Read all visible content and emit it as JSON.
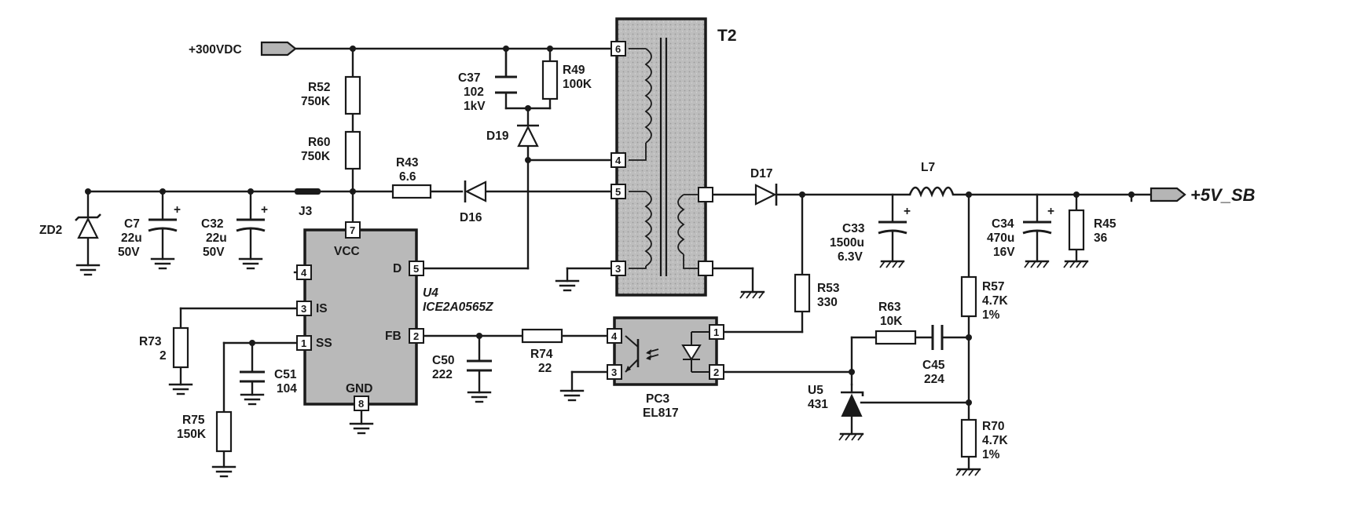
{
  "nets": {
    "hv_in": "+300VDC",
    "sb_out": "+5V_SB"
  },
  "transformer": {
    "ref": "T2",
    "pins": [
      "6",
      "4",
      "5",
      "3"
    ]
  },
  "controller": {
    "ref": "U4",
    "part": "ICE2A0565Z",
    "pin_labels": {
      "vcc": "VCC",
      "d": "D",
      "is": "IS",
      "ss": "SS",
      "fb": "FB",
      "gnd": "GND"
    },
    "pins": {
      "vcc": "7",
      "d": "5",
      "nc": "4",
      "is": "3",
      "ss": "1",
      "fb": "2",
      "gnd": "8"
    }
  },
  "optocoupler": {
    "ref": "PC3",
    "part": "EL817",
    "pins": [
      "4",
      "3",
      "1",
      "2"
    ]
  },
  "parts": {
    "R52": {
      "ref": "R52",
      "value": "750K"
    },
    "R60": {
      "ref": "R60",
      "value": "750K"
    },
    "R49": {
      "ref": "R49",
      "value": "100K"
    },
    "C37": {
      "ref": "C37",
      "value": "102",
      "rating": "1kV"
    },
    "D19": {
      "ref": "D19"
    },
    "R43": {
      "ref": "R43",
      "value": "6.6"
    },
    "D16": {
      "ref": "D16"
    },
    "J3": {
      "ref": "J3"
    },
    "ZD2": {
      "ref": "ZD2"
    },
    "C7": {
      "ref": "C7",
      "value": "22u",
      "rating": "50V"
    },
    "C32": {
      "ref": "C32",
      "value": "22u",
      "rating": "50V"
    },
    "R73": {
      "ref": "R73",
      "value": "2"
    },
    "C51": {
      "ref": "C51",
      "value": "104"
    },
    "R75": {
      "ref": "R75",
      "value": "150K"
    },
    "C50": {
      "ref": "C50",
      "value": "222"
    },
    "R74": {
      "ref": "R74",
      "value": "22"
    },
    "D17": {
      "ref": "D17"
    },
    "L7": {
      "ref": "L7"
    },
    "C33": {
      "ref": "C33",
      "value": "1500u",
      "rating": "6.3V"
    },
    "C34": {
      "ref": "C34",
      "value": "470u",
      "rating": "16V"
    },
    "R45": {
      "ref": "R45",
      "value": "36"
    },
    "R53": {
      "ref": "R53",
      "value": "330"
    },
    "R63": {
      "ref": "R63",
      "value": "10K"
    },
    "C45": {
      "ref": "C45",
      "value": "224"
    },
    "R57": {
      "ref": "R57",
      "value": "4.7K",
      "tol": "1%"
    },
    "R70": {
      "ref": "R70",
      "value": "4.7K",
      "tol": "1%"
    },
    "U5": {
      "ref": "U5",
      "value": "431"
    }
  },
  "polarity_mark": "+"
}
